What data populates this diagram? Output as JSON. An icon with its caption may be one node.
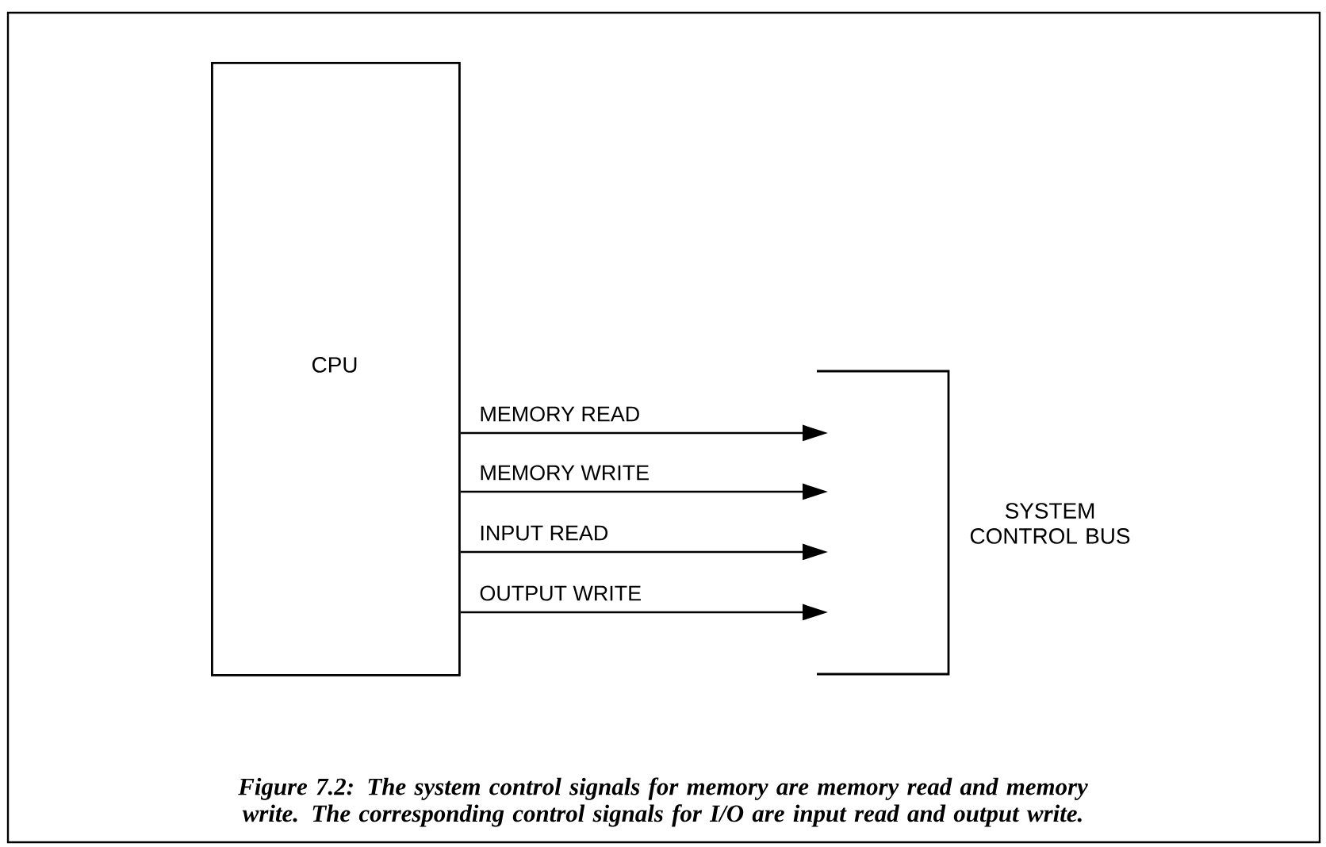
{
  "diagram": {
    "caption": "Figure 7.2: The system control signals for memory are memory read and memory write. The corresponding control signals for I/O are input read and output write.",
    "nodes": [
      {
        "text": [
          "CPU"
        ]
      },
      {
        "text": [
          "SYSTEM CONTROL BUS"
        ]
      }
    ],
    "edges": [
      {
        "from": 0,
        "to": 1,
        "arrow": "to",
        "label": "MEMORY READ"
      },
      {
        "from": 0,
        "to": 1,
        "arrow": "to",
        "label": "MEMORY WRITE"
      },
      {
        "from": 0,
        "to": 1,
        "arrow": "to",
        "label": "INPUT READ"
      },
      {
        "from": 0,
        "to": 1,
        "arrow": "to",
        "label": "OUTPUT WRITE"
      }
    ]
  }
}
